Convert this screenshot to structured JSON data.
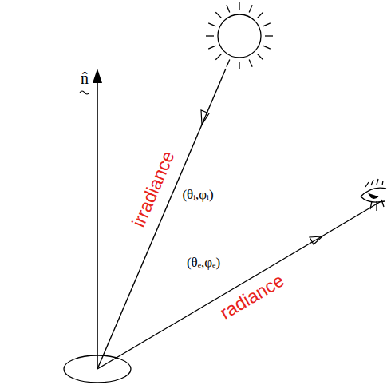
{
  "diagram": {
    "labels": [
      "n̂",
      "irradiance",
      "(θᵢ,φᵢ)",
      "(θₑ,φₑ)",
      "radiance"
    ]
  }
}
